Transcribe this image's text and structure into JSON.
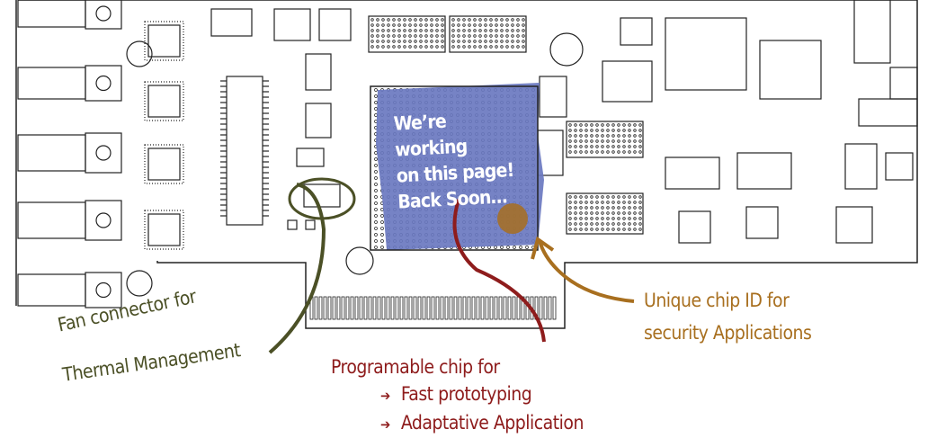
{
  "banner": {
    "line1": "We’re working",
    "line2": "on this page!",
    "line3": "Back Soon…"
  },
  "annotations": {
    "fan": {
      "line1": "Fan connector for",
      "line2": "Thermal Management"
    },
    "programmable": {
      "line1": "Programable chip for",
      "item1": "Fast prototyping",
      "item2": "Adaptative Application",
      "arrow": "➔"
    },
    "unique_id": {
      "line1": "Unique chip ID for",
      "line2": "security Applications"
    }
  },
  "colors": {
    "blue_paint": "#6a78c0",
    "green": "#4b5026",
    "red": "#8e1c1c",
    "orange": "#a86f1f",
    "line": "#222222"
  }
}
